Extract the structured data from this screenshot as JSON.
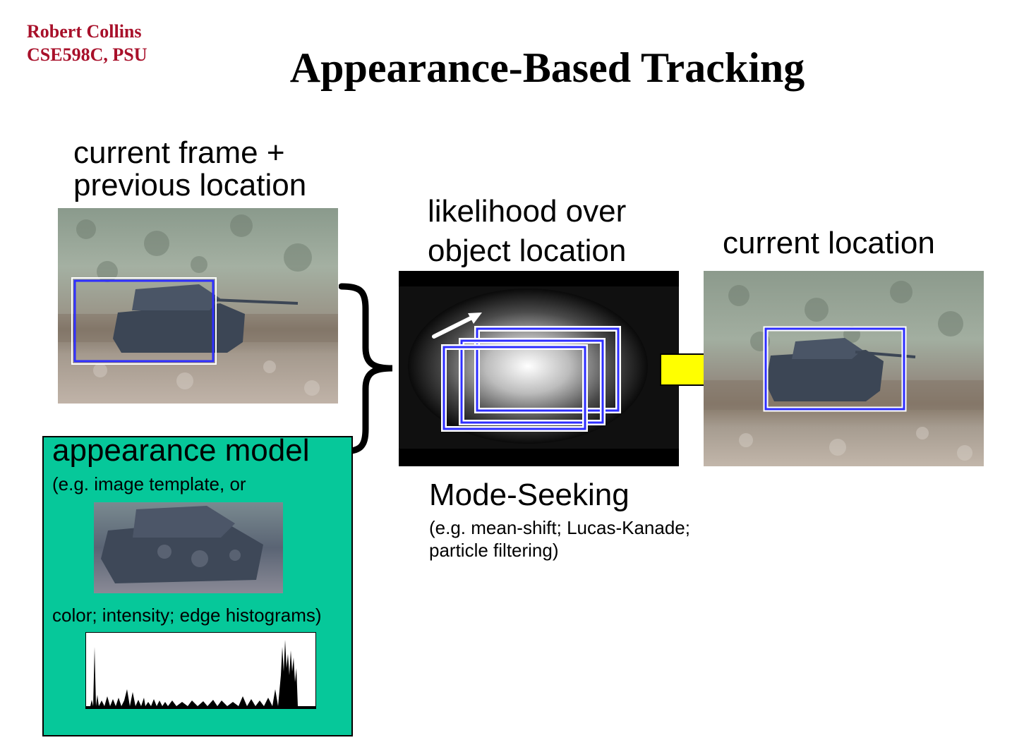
{
  "header": {
    "author_line1": "Robert Collins",
    "author_line2": "CSE598C, PSU",
    "title": "Appearance-Based Tracking"
  },
  "input_frame": {
    "label_line1": "current frame +",
    "label_line2": "previous location"
  },
  "appearance_model": {
    "label": "appearance model",
    "example_line1": "(e.g. image template, or",
    "example_line2": "color; intensity; edge histograms)"
  },
  "likelihood": {
    "label_line1": "likelihood over",
    "label_line2": "object location"
  },
  "mode_seeking": {
    "label": "Mode-Seeking",
    "example_line1": "(e.g. mean-shift; Lucas-Kanade;",
    "example_line2": "particle filtering)"
  },
  "output_frame": {
    "label": "current location"
  },
  "colors": {
    "author": "#a8102a",
    "model_box": "#06c89a",
    "tracking_box": "#3030ff",
    "arrow": "#ffff00"
  }
}
